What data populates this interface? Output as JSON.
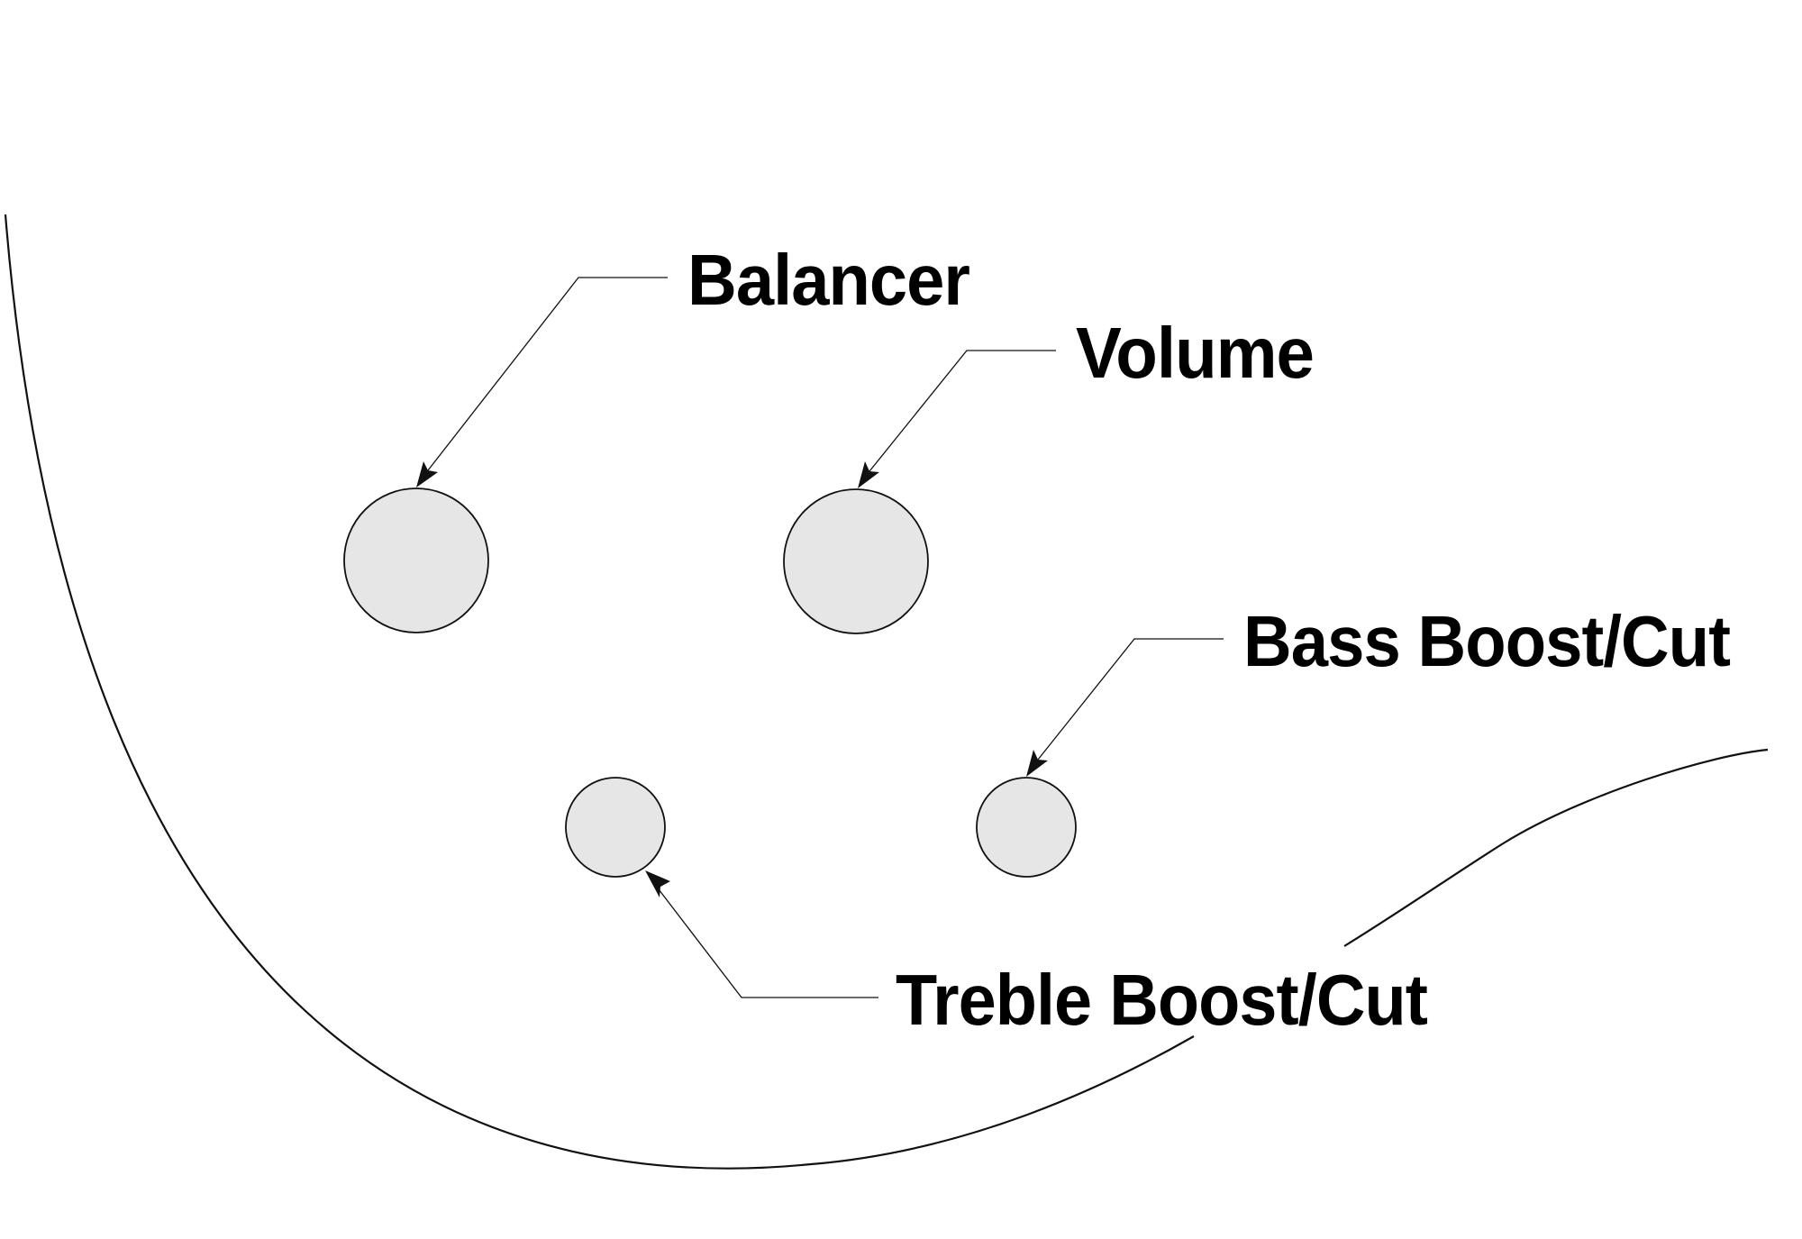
{
  "labels": {
    "balancer": "Balancer",
    "volume": "Volume",
    "bass": "Bass Boost/Cut",
    "treble": "Treble Boost/Cut"
  },
  "colors": {
    "outline": "#111111",
    "knob_fill": "#e6e6e7",
    "text": "#000000",
    "background": "#ffffff"
  }
}
